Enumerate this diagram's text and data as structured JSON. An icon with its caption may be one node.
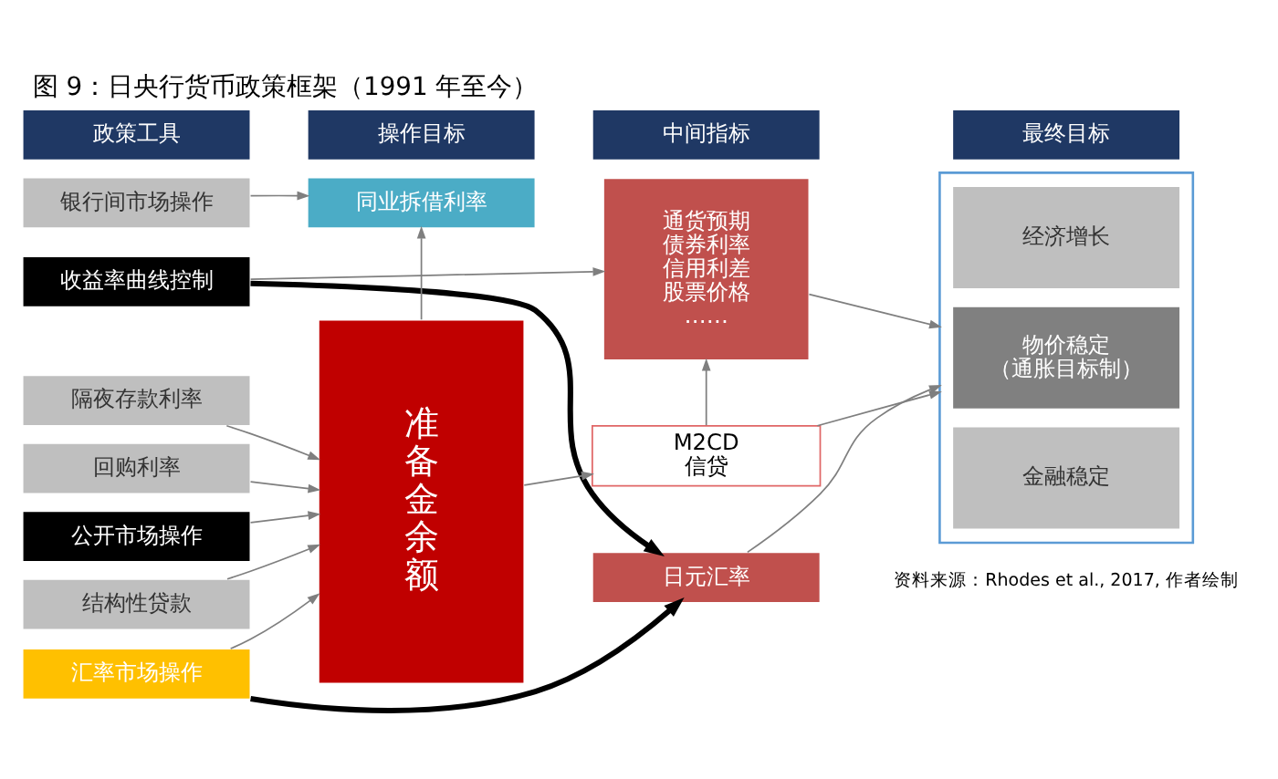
{
  "diagram": {
    "title": "图 9：日央行货币政策框架（1991 年至今）",
    "caption": "资料来源：Rhodes et al., 2017, 作者绘制",
    "nodes": [
      {
        "text": [
          "政策工具"
        ]
      },
      {
        "text": [
          "操作目标"
        ]
      },
      {
        "text": [
          "中间指标"
        ]
      },
      {
        "text": [
          "最终目标"
        ]
      },
      {
        "text": [
          "银行间市场操作"
        ]
      },
      {
        "text": [
          "收益率曲线控制"
        ]
      },
      {
        "text": [
          "隔夜存款利率"
        ]
      },
      {
        "text": [
          "回购利率"
        ]
      },
      {
        "text": [
          "公开市场操作"
        ]
      },
      {
        "text": [
          "结构性贷款"
        ]
      },
      {
        "text": [
          "汇率市场操作"
        ]
      },
      {
        "text": [
          "同业拆借利率"
        ]
      },
      {
        "text": [
          "准备金余额"
        ]
      },
      {
        "text": [
          "通货预期",
          "债券利率",
          "信用利差",
          "股票价格",
          "……"
        ]
      },
      {
        "text": [
          "M2CD",
          "信贷"
        ]
      },
      {
        "text": [
          "日元汇率"
        ]
      },
      {
        "text": [],
        "shape": "box"
      },
      {
        "text": [
          "经济增长"
        ],
        "in": 16
      },
      {
        "text": [
          "物价稳定",
          "（通胀目标制）"
        ],
        "in": 16
      },
      {
        "text": [
          "金融稳定"
        ],
        "in": 16
      }
    ],
    "edges": [
      {
        "from": 4,
        "to": 11,
        "arrow": "to"
      },
      {
        "from": 5,
        "to": 13,
        "arrow": "to"
      },
      {
        "from": 6,
        "to": 12,
        "arrow": "to"
      },
      {
        "from": 7,
        "to": 12,
        "arrow": "to"
      },
      {
        "from": 8,
        "to": 12,
        "arrow": "to"
      },
      {
        "from": 9,
        "to": 12,
        "arrow": "to"
      },
      {
        "from": 10,
        "to": 12,
        "arrow": "to"
      },
      {
        "from": 12,
        "to": 11,
        "arrow": "to"
      },
      {
        "from": 12,
        "to": 14,
        "arrow": "to"
      },
      {
        "from": 14,
        "to": 13,
        "arrow": "to"
      },
      {
        "from": 13,
        "to": 16,
        "arrow": "to"
      },
      {
        "from": 14,
        "to": 16,
        "arrow": "to"
      },
      {
        "from": 15,
        "to": 16,
        "arrow": "to"
      },
      {
        "from": 5,
        "to": 15,
        "arrow": "to",
        "style": "thick",
        "color": "#000000"
      },
      {
        "from": 10,
        "to": 15,
        "arrow": "to",
        "style": "thick",
        "color": "#000000"
      }
    ]
  }
}
